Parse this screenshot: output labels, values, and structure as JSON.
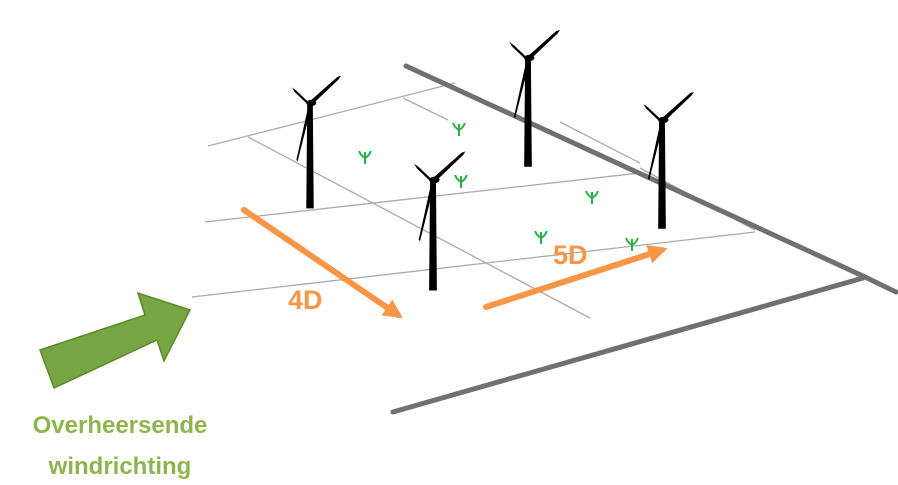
{
  "labels": {
    "spacing_along_wind": "4D",
    "spacing_across_wind": "5D",
    "wind_direction_line1": "Overheersende",
    "wind_direction_line2": "windrichting"
  },
  "colors": {
    "spacing_arrows": "#f79646",
    "wind_arrow_fill": "#77a544",
    "wind_arrow_stroke": "#5b8a2e",
    "wind_text": "#8eb44e",
    "field_lines": "#aaaaaa",
    "road": "#707070",
    "turbine": "#000000",
    "crop_sprouts": "#2bb34a"
  },
  "icons": {
    "turbine": "wind-turbine-icon",
    "sprout": "crop-sprout-icon",
    "wind_arrow": "wind-direction-arrow-icon"
  }
}
